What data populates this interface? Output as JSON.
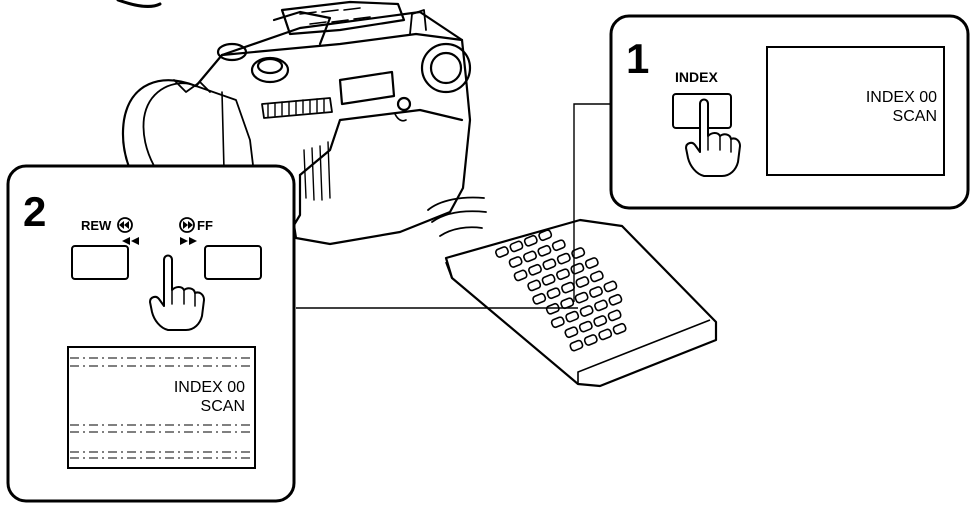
{
  "step1": {
    "number": "1",
    "button_label": "INDEX",
    "screen_line1": "INDEX 00",
    "screen_line2": "SCAN"
  },
  "step2": {
    "number": "2",
    "rew_label": "REW",
    "ff_label": "FF",
    "screen_line1": "INDEX 00",
    "screen_line2": "SCAN"
  },
  "icons": {
    "rew_symbol": "rewind-icon",
    "ff_symbol": "fast-forward-icon",
    "hand": "pointing-hand-icon"
  }
}
